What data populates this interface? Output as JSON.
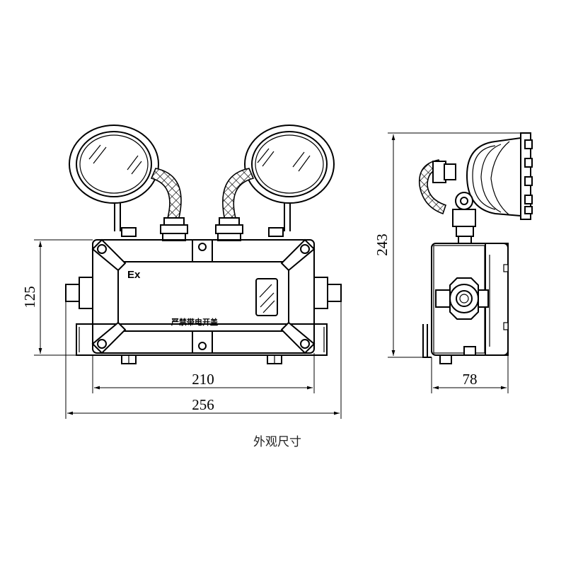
{
  "front_view": {
    "marking_ex": "Ex",
    "warning_text": "严禁带电开盖"
  },
  "dimensions": {
    "height_front": "125",
    "width_inner": "210",
    "width_overall": "256",
    "height_overall": "243",
    "depth": "78"
  },
  "caption": "外观尺寸",
  "icons": [
    "lamp-head-icon",
    "flexible-conduit-icon",
    "cable-gland-icon",
    "mounting-bolt-icon",
    "indicator-window-icon"
  ]
}
